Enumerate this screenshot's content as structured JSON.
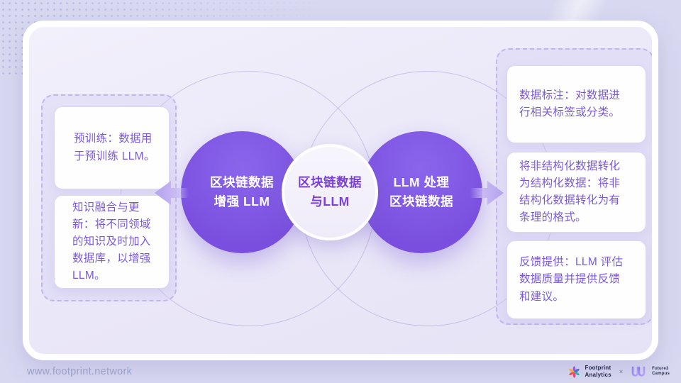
{
  "venn": {
    "left_circle": {
      "line1": "区块链数据",
      "line2": "增强 LLM"
    },
    "center_circle": {
      "line1": "区块链数据",
      "line2": "与LLM"
    },
    "right_circle": {
      "line1": "LLM 处理",
      "line2": "区块链数据"
    }
  },
  "left_panel": {
    "items": [
      {
        "text": "预训练：数据用于预训练 LLM。"
      },
      {
        "text": "知识融合与更新：将不同领域的知识及时加入数据库，以增强 LLM。"
      }
    ]
  },
  "right_panel": {
    "items": [
      {
        "text": "数据标注：对数据进行相关标签或分类。"
      },
      {
        "text": "将非结构化数据转化为结构化数据：将非结构化数据转化为有条理的格式。"
      },
      {
        "text": "反馈提供：LLM 评估数据质量并提供反馈和建议。"
      }
    ]
  },
  "footer": {
    "url": "www.footprint.network"
  },
  "branding": {
    "footprint": {
      "line1": "Footprint",
      "line2": "Analytics"
    },
    "separator": "×",
    "future3": {
      "line1": "Future3",
      "line2": "Campus"
    }
  },
  "colors": {
    "accent_purple": "#7C52E0",
    "light_purple_bg": "#D8D9F0",
    "card_bg": "#EAE7F8",
    "note_text": "#7A58DA",
    "dashed_border": "#C4B5F0"
  }
}
